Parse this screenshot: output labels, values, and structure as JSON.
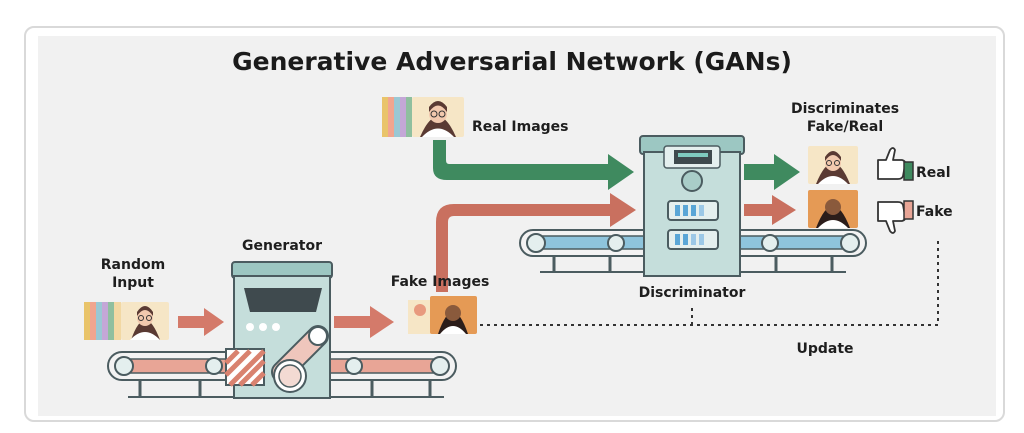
{
  "title": "Generative Adversarial Network (GANs)",
  "labels": {
    "random_input_line1": "Random",
    "random_input_line2": "Input",
    "generator": "Generator",
    "fake_images": "Fake Images",
    "real_images": "Real Images",
    "discriminator": "Discriminator",
    "discriminates_line1": "Discriminates",
    "discriminates_line2": "Fake/Real",
    "real": "Real",
    "fake": "Fake",
    "update": "Update"
  },
  "colors": {
    "real_arrow": "#3f8a5f",
    "fake_arrow": "#c9705f",
    "machine_body": "#b9d6d2",
    "machine_outline": "#4b5c60",
    "belt": "#e8a596",
    "belt_blue": "#8ec4dc"
  },
  "icons": [
    "thumbs-up-icon",
    "thumbs-down-icon",
    "portrait-icon"
  ]
}
